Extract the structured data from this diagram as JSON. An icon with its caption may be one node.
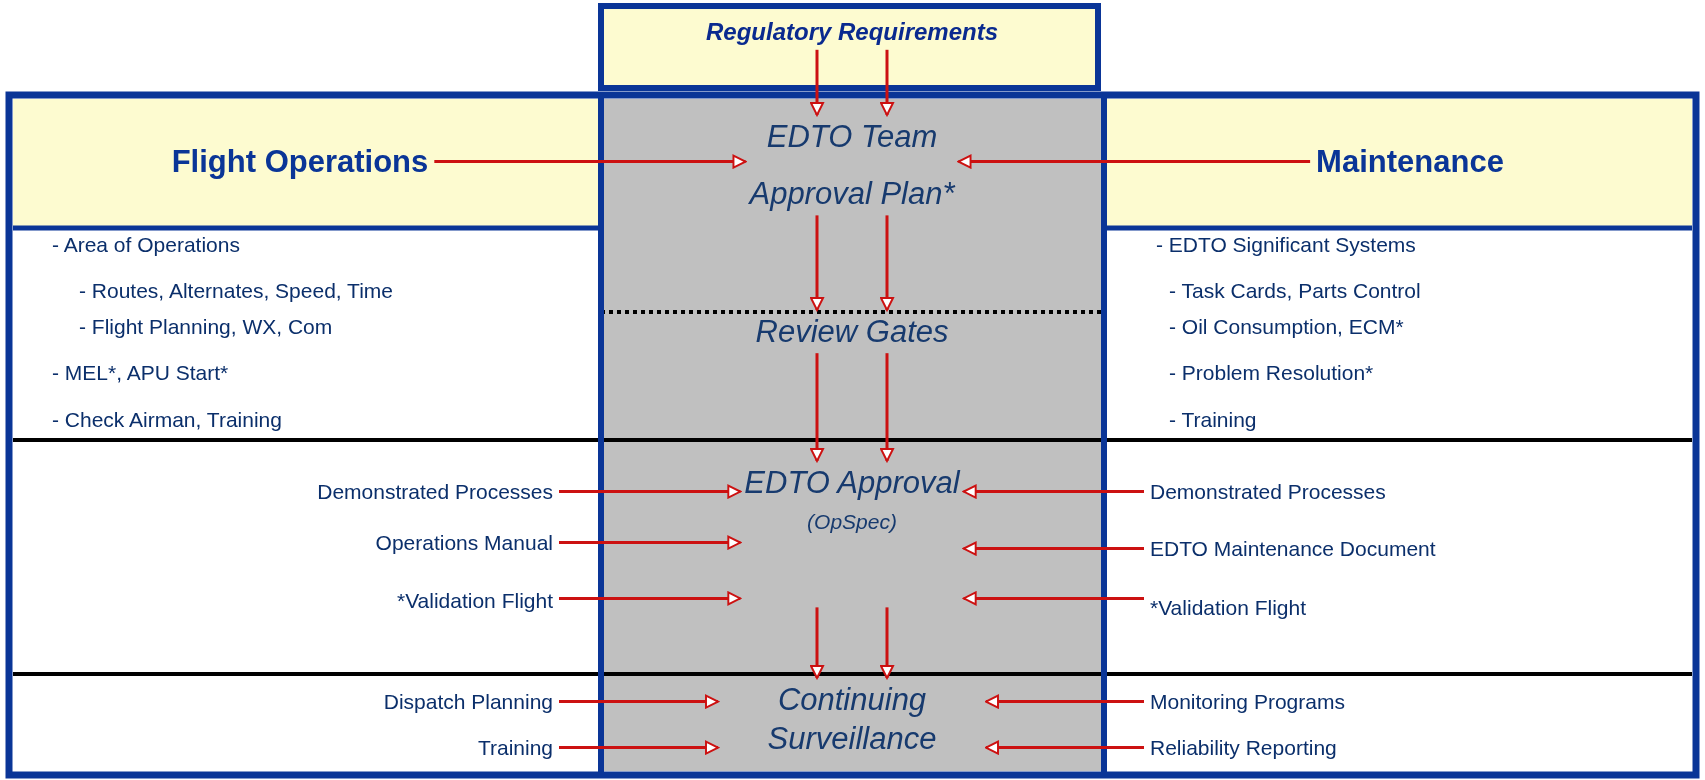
{
  "diagram": {
    "nodes": [
      {
        "text": [
          "Regulatory Requirements"
        ]
      },
      {
        "text": [
          "Flight Operations"
        ]
      },
      {
        "text": [
          "EDTO Team",
          "Approval Plan*"
        ]
      },
      {
        "text": [
          "Maintenance"
        ]
      },
      {
        "text": [
          "Review Gates"
        ]
      },
      {
        "text": [
          "Demonstrated Processes"
        ]
      },
      {
        "text": [
          "Operations Manual"
        ]
      },
      {
        "text": [
          "*Validation Flight"
        ]
      },
      {
        "text": [
          "EDTO Approval",
          "(OpSpec)"
        ]
      },
      {
        "text": [
          "Demonstrated Processes"
        ]
      },
      {
        "text": [
          "EDTO Maintenance Document"
        ]
      },
      {
        "text": [
          "*Validation Flight"
        ]
      },
      {
        "text": [
          "Dispatch Planning"
        ]
      },
      {
        "text": [
          "Training"
        ]
      },
      {
        "text": [
          "Continuing Surveillance"
        ]
      },
      {
        "text": [
          "Monitoring Programs"
        ]
      },
      {
        "text": [
          "Reliability Reporting"
        ]
      }
    ],
    "edges": [
      {
        "from": 0,
        "to": 2,
        "arrow": "to"
      },
      {
        "from": 0,
        "to": 2,
        "arrow": "to"
      },
      {
        "from": 1,
        "to": 2,
        "arrow": "to"
      },
      {
        "from": 3,
        "to": 2,
        "arrow": "to"
      },
      {
        "from": 2,
        "to": 4,
        "arrow": "to"
      },
      {
        "from": 2,
        "to": 4,
        "arrow": "to"
      },
      {
        "from": 4,
        "to": 8,
        "arrow": "to"
      },
      {
        "from": 4,
        "to": 8,
        "arrow": "to"
      },
      {
        "from": 5,
        "to": 8,
        "arrow": "to"
      },
      {
        "from": 6,
        "to": 8,
        "arrow": "to"
      },
      {
        "from": 7,
        "to": 8,
        "arrow": "to"
      },
      {
        "from": 9,
        "to": 8,
        "arrow": "to"
      },
      {
        "from": 10,
        "to": 8,
        "arrow": "to"
      },
      {
        "from": 11,
        "to": 8,
        "arrow": "to"
      },
      {
        "from": 8,
        "to": 14,
        "arrow": "to"
      },
      {
        "from": 8,
        "to": 14,
        "arrow": "to"
      },
      {
        "from": 12,
        "to": 14,
        "arrow": "to"
      },
      {
        "from": 13,
        "to": 14,
        "arrow": "to"
      },
      {
        "from": 15,
        "to": 14,
        "arrow": "to"
      },
      {
        "from": 16,
        "to": 14,
        "arrow": "to"
      }
    ],
    "labels": [
      "- Area of Operations",
      "- Routes, Alternates, Speed, Time",
      "- Flight Planning, WX, Com",
      "- MEL*, APU Start*",
      "- Check Airman, Training",
      "- EDTO Significant Systems",
      "- Task Cards, Parts Control",
      "- Oil Consumption, ECM*",
      "- Problem Resolution*",
      "- Training"
    ]
  }
}
